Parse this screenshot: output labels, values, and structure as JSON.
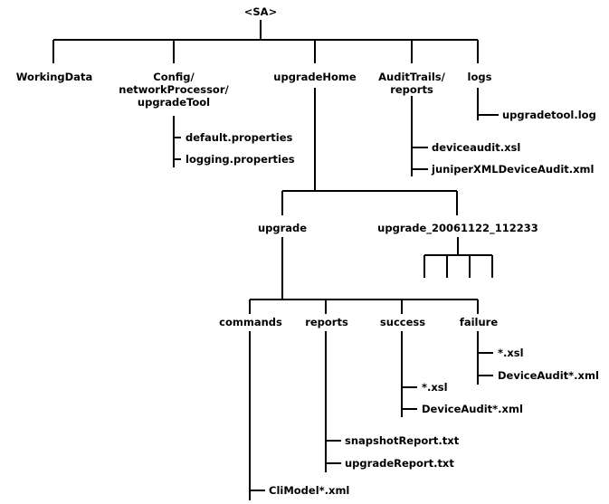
{
  "diagram": {
    "type": "directory-tree",
    "title": "<SA> upgrade tool directory structure",
    "line_color": "#000000",
    "text_color": "#000000",
    "background_color": "#ffffff"
  },
  "nodes": {
    "root": "<SA>",
    "working_data": "WorkingData",
    "config_line1": "Config/",
    "config_line2": "networkProcessor/",
    "config_line3": "upgradeTool",
    "upgrade_home": "upgradeHome",
    "audit_trails_line1": "AuditTrails/",
    "audit_trails_line2": "reports",
    "logs": "logs",
    "upgrade": "upgrade",
    "upgrade_timestamped": "upgrade_20061122_112233",
    "commands": "commands",
    "reports": "reports",
    "success": "success",
    "failure": "failure"
  },
  "leaves": {
    "upgradetool_log": "upgradetool.log",
    "default_properties": "default.properties",
    "logging_properties": "logging.properties",
    "deviceaudit_xsl": "deviceaudit.xsl",
    "juniper_xml_device_audit": "juniperXMLDeviceAudit.xml",
    "failure_xsl": "*.xsl",
    "failure_device_audit_xml": "DeviceAudit*.xml",
    "success_xsl": "*.xsl",
    "success_device_audit_xml": "DeviceAudit*.xml",
    "snapshot_report_txt": "snapshotReport.txt",
    "upgrade_report_txt": "upgradeReport.txt",
    "climodel_xml": "CliModel*.xml"
  }
}
